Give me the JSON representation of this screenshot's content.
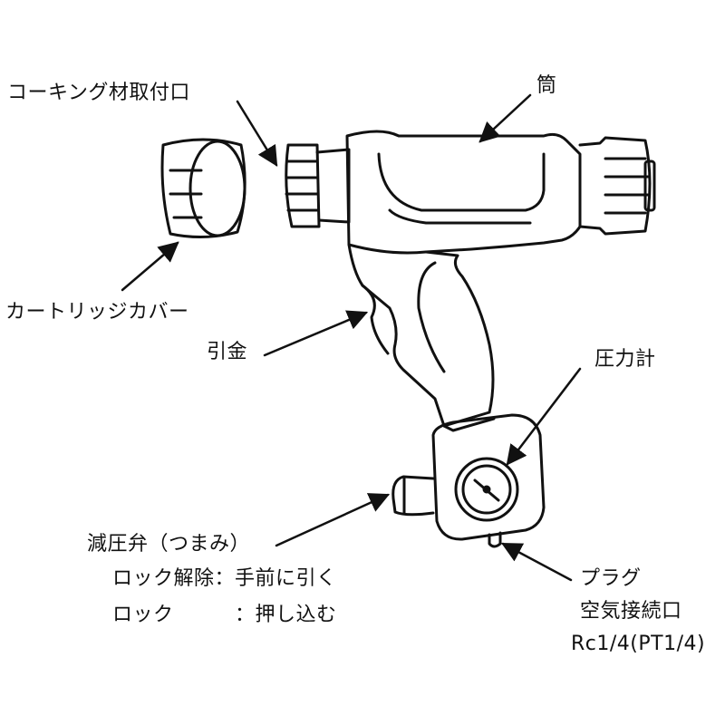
{
  "labels": {
    "caulking_inlet": "コーキング材取付口",
    "tube": "筒",
    "cartridge_cover": "カートリッジカバー",
    "trigger": "引金",
    "pressure_gauge": "圧力計",
    "relief_valve": "減圧弁（つまみ）",
    "lock_release": "ロック解除：手前に引く",
    "lock": "ロック　　　：押し込む",
    "plug": "プラグ",
    "air_inlet": "空気接続口",
    "thread_spec": "Rc1/4(PT1/4)"
  }
}
